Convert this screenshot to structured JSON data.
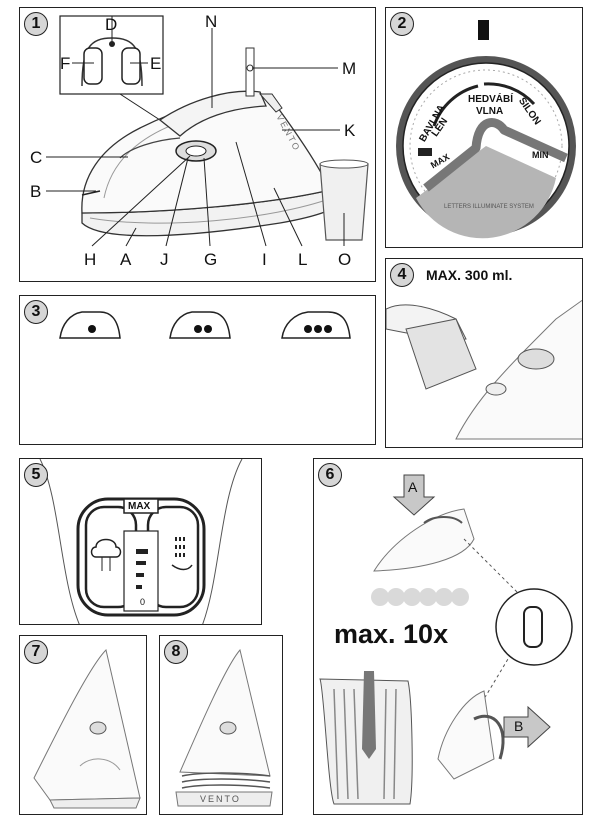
{
  "panel_numbers": [
    "1",
    "2",
    "3",
    "4",
    "5",
    "6",
    "7",
    "8"
  ],
  "fig1": {
    "labels": {
      "D": "D",
      "F": "F",
      "E": "E",
      "N": "N",
      "M": "M",
      "K": "K",
      "C": "C",
      "B": "B",
      "H": "H",
      "A": "A",
      "J": "J",
      "G": "G",
      "I": "I",
      "L": "L",
      "O": "O"
    },
    "body_text": "VENTO"
  },
  "fig2": {
    "settings": {
      "bavlna": "BAVLNA",
      "len": "LEN",
      "hedvabi": "HEDVÁBÍ",
      "vlna": "VLNA",
      "silon": "SILON",
      "min": "MIN",
      "max": "MAX"
    },
    "ring_text": "LETTERS ILLUMINATE SYSTEM"
  },
  "fig4": {
    "capacity": "MAX. 300 ml."
  },
  "fig5": {
    "max_label": "MAX",
    "zero_label": "0"
  },
  "fig6": {
    "count": "max. 10x",
    "arrow_a": "A",
    "arrow_b": "B"
  },
  "fig8": {
    "base_text": "VENTO"
  }
}
